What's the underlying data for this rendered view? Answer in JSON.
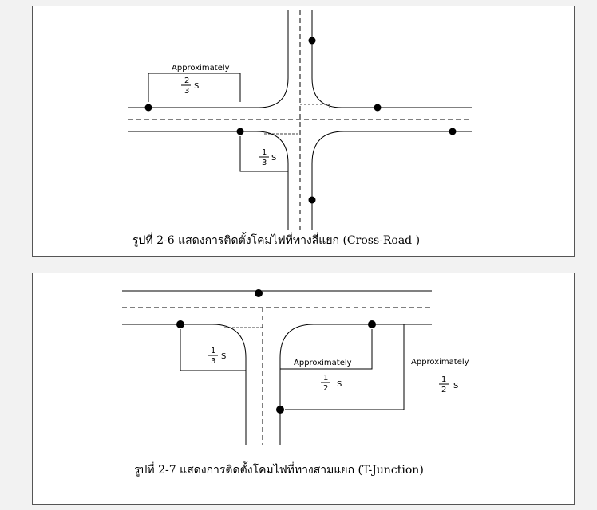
{
  "figures": [
    {
      "caption": "รูปที่ 2-6 แสดงการติดตั้งโคมไฟที่ทางสี่แยก (Cross-Road )",
      "labels": {
        "approx": "Approximately",
        "two_thirds_num": "2",
        "two_thirds_den": "3",
        "one_third_num": "1",
        "one_third_den": "3",
        "s": "S"
      }
    },
    {
      "caption": "รูปที่ 2-7 แสดงการติดตั้งโคมไฟที่ทางสามแยก (T-Junction)",
      "labels": {
        "one_third_num": "1",
        "one_third_den": "3",
        "approx_left": "Approximately",
        "half_left_num": "1",
        "half_left_den": "2",
        "approx_right": "Approximately",
        "half_right_num": "1",
        "half_right_den": "2",
        "s": "S"
      }
    }
  ]
}
